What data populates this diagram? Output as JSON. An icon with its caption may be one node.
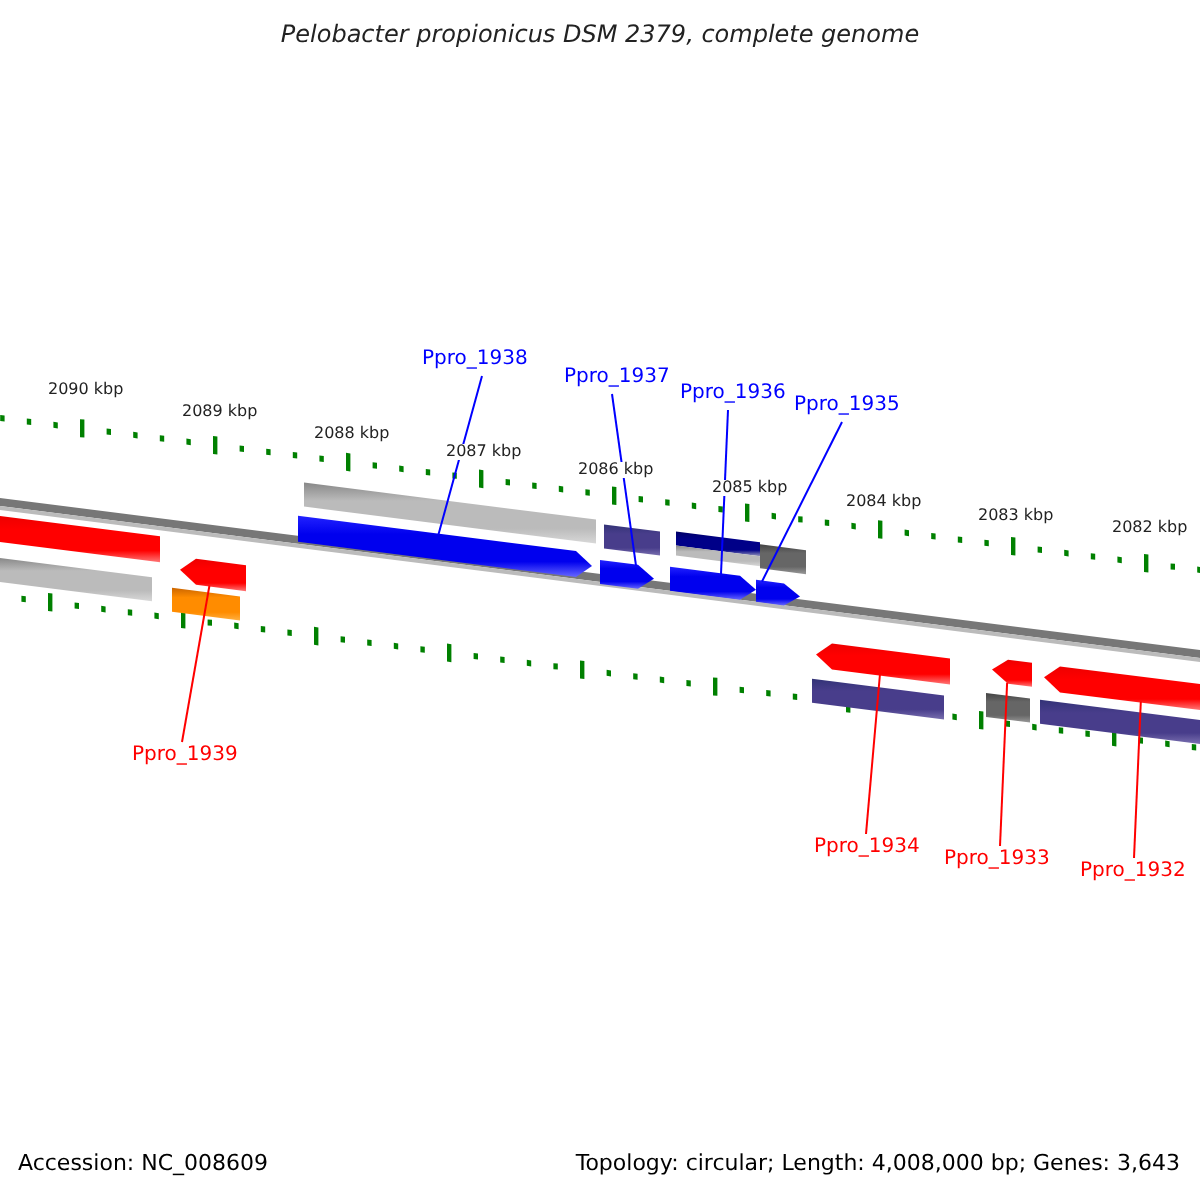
{
  "diagram": {
    "title": "Pelobacter propionicus DSM 2379, complete genome",
    "nodes": [
      {
        "text": [
          "Ppro_1938"
        ]
      },
      {
        "text": [
          "Ppro_1937"
        ]
      },
      {
        "text": [
          "Ppro_1936"
        ]
      },
      {
        "text": [
          "Ppro_1935"
        ]
      },
      {
        "text": [
          "Ppro_1939"
        ]
      },
      {
        "text": [
          "Ppro_1934"
        ]
      },
      {
        "text": [
          "Ppro_1933"
        ]
      },
      {
        "text": [
          "Ppro_1932"
        ]
      },
      {
        "text": [],
        "shape": "arrow"
      },
      {
        "text": [],
        "shape": "arrow"
      },
      {
        "text": [],
        "shape": "arrow"
      },
      {
        "text": [],
        "shape": "arrow"
      },
      {
        "text": [],
        "shape": "arrow"
      },
      {
        "text": [],
        "shape": "arrow"
      },
      {
        "text": [],
        "shape": "arrow"
      },
      {
        "text": [],
        "shape": "arrow"
      }
    ],
    "edges": [
      {
        "from": 0,
        "to": 8,
        "arrow": "none",
        "color": "#0000ff"
      },
      {
        "from": 1,
        "to": 9,
        "arrow": "none",
        "color": "#0000ff"
      },
      {
        "from": 2,
        "to": 10,
        "arrow": "none",
        "color": "#0000ff"
      },
      {
        "from": 3,
        "to": 11,
        "arrow": "none",
        "color": "#0000ff"
      },
      {
        "from": 4,
        "to": 12,
        "arrow": "none",
        "color": "#ff0000"
      },
      {
        "from": 5,
        "to": 13,
        "arrow": "none",
        "color": "#ff0000"
      },
      {
        "from": 6,
        "to": 14,
        "arrow": "none",
        "color": "#ff0000"
      },
      {
        "from": 7,
        "to": 15,
        "arrow": "none",
        "color": "#ff0000"
      }
    ],
    "labels": [
      "2090 kbp",
      "2089 kbp",
      "2088 kbp",
      "2087 kbp",
      "2086 kbp",
      "2085 kbp",
      "2084 kbp",
      "2083 kbp",
      "2082 kbp",
      "Accession: NC_008609",
      "Topology: circular; Length: 4,008,000 bp; Genes: 3,643"
    ]
  }
}
